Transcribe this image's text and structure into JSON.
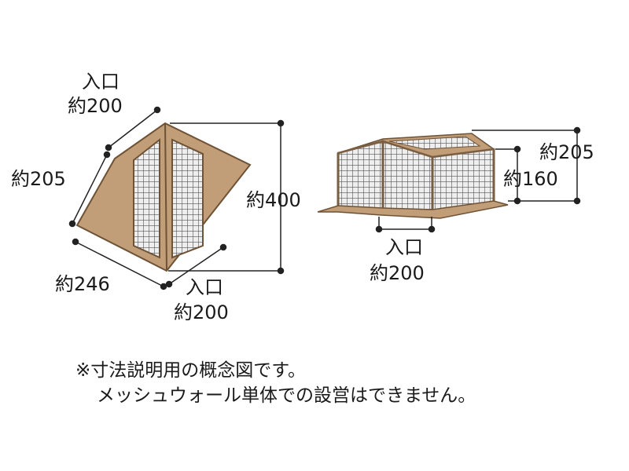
{
  "colors": {
    "canvas": "#c19d78",
    "canvas_dark": "#a98562",
    "canvas_outline": "#6e5236",
    "mesh": "#5a5a5a",
    "mesh_bg": "#eeeeee",
    "frame": "#7a5e42",
    "dimension_line": "#222222"
  },
  "plan_view": {
    "entrance_top_label": "入口",
    "entrance_top_value": "約200",
    "width_left": "約205",
    "depth_right": "約400",
    "bottom_length": "約246",
    "entrance_bottom_label": "入口",
    "entrance_bottom_value": "約200"
  },
  "perspective_view": {
    "height_total": "約205",
    "height_side": "約160",
    "entrance_label": "入口",
    "entrance_value": "約200"
  },
  "notes": [
    "※寸法説明用の概念図です。",
    "メッシュウォール単体での設営はできません。"
  ]
}
